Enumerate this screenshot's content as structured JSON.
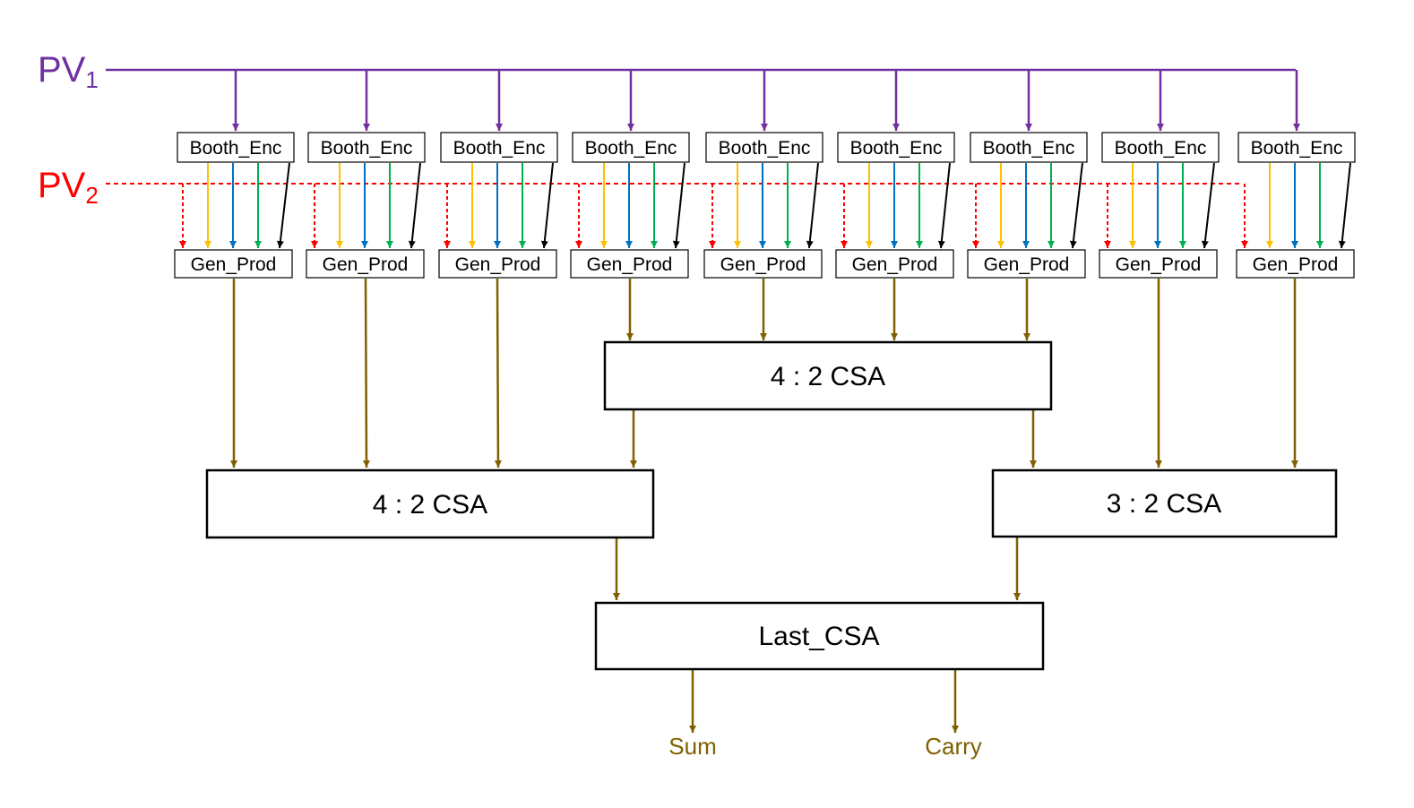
{
  "inputs": {
    "pv1": {
      "label": "PV",
      "sub": "1",
      "color": "#7030a0"
    },
    "pv2": {
      "label": "PV",
      "sub": "2",
      "color": "#ff0000"
    }
  },
  "encoder_label": "Booth_Enc",
  "generator_label": "Gen_Prod",
  "unit_count": 9,
  "signal_colors": [
    "#ff0000",
    "#ffc000",
    "#0070c0",
    "#00b050",
    "#000000"
  ],
  "wire_color": "#7f6000",
  "csa": {
    "top": "4 : 2 CSA",
    "left": "4 : 2 CSA",
    "right": "3 : 2 CSA",
    "last": "Last_CSA"
  },
  "outputs": {
    "sum": "Sum",
    "carry": "Carry"
  }
}
